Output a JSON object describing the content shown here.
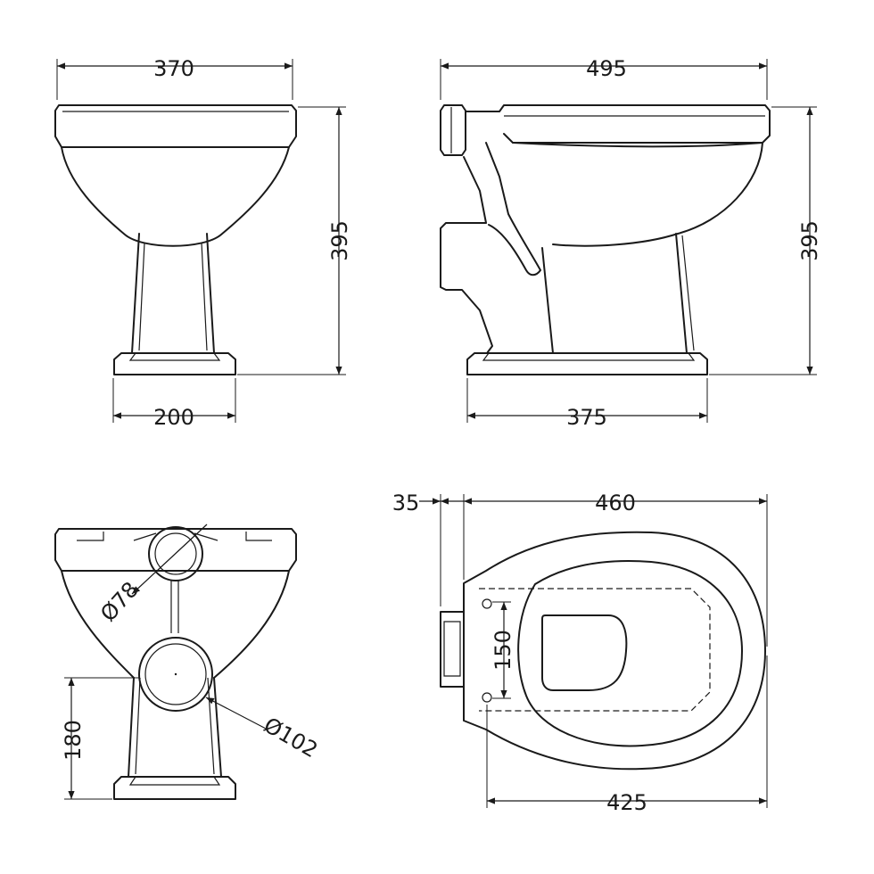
{
  "diagram": {
    "front_view": {
      "width_label": "370",
      "height_label": "395",
      "base_label": "200"
    },
    "side_view": {
      "width_label": "495",
      "height_label": "395",
      "base_label": "375"
    },
    "rear_view": {
      "inlet_label": "Ø78",
      "outlet_label": "Ø102",
      "outlet_height_label": "180"
    },
    "top_view": {
      "offset_label": "35",
      "length_label": "460",
      "hinge_label": "150",
      "base_label": "425"
    }
  }
}
